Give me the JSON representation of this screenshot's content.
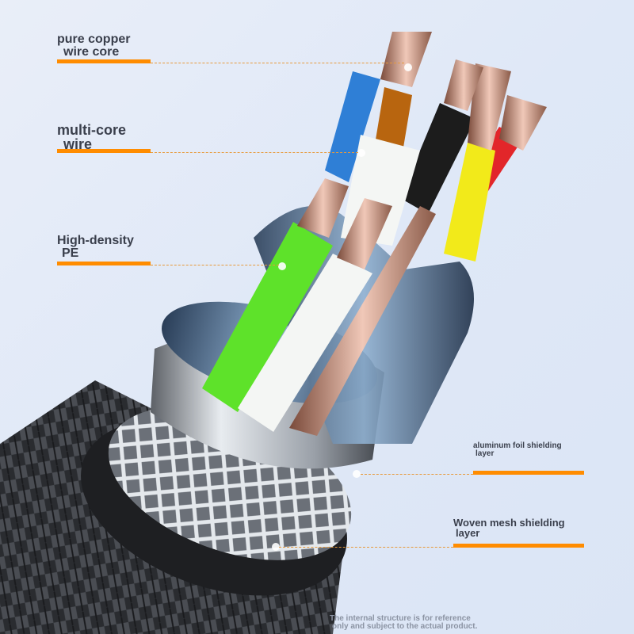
{
  "labels": {
    "copper": {
      "line1": "pure copper",
      "line2": "wire core"
    },
    "multicore": {
      "line1": "multi-core",
      "line2": "wire"
    },
    "pe": {
      "line1": "High-density",
      "line2": "PE"
    },
    "foil": {
      "line1": "aluminum foil shielding",
      "line2": "layer"
    },
    "mesh": {
      "line1": "Woven mesh shielding",
      "line2": "layer"
    }
  },
  "disclaimer": {
    "line1": "The internal structure is for reference",
    "line2": "only and subject to the actual product."
  },
  "colors": {
    "accent": "#ff8c00",
    "wire_blue": "#2f7fd6",
    "wire_brown": "#b8650f",
    "wire_black": "#1c1c1c",
    "wire_yellow": "#f2ea1a",
    "wire_red": "#e2262a",
    "wire_green": "#5ee22a",
    "wire_white": "#f4f6f4"
  }
}
